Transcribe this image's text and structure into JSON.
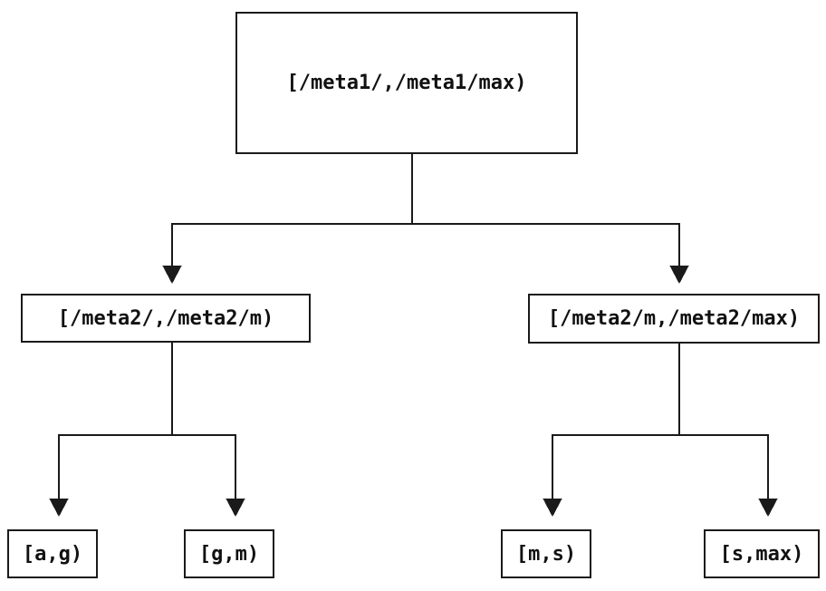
{
  "diagram": {
    "type": "binary-interval-tree",
    "background_color": "#ffffff",
    "line_color": "#1a1a1a",
    "text_color": "#111111",
    "nodes": {
      "root": {
        "label": "[/meta1/,/meta1/max)"
      },
      "left": {
        "label": "[/meta2/,/meta2/m)"
      },
      "right": {
        "label": "[/meta2/m,/meta2/max)"
      },
      "leaf_ag": {
        "label": "[a,g)"
      },
      "leaf_gm": {
        "label": "[g,m)"
      },
      "leaf_ms": {
        "label": "[m,s)"
      },
      "leaf_smax": {
        "label": "[s,max)"
      }
    },
    "edges": [
      {
        "from": "root",
        "to": "left"
      },
      {
        "from": "root",
        "to": "right"
      },
      {
        "from": "left",
        "to": "leaf_ag"
      },
      {
        "from": "left",
        "to": "leaf_gm"
      },
      {
        "from": "right",
        "to": "leaf_ms"
      },
      {
        "from": "right",
        "to": "leaf_smax"
      }
    ]
  }
}
